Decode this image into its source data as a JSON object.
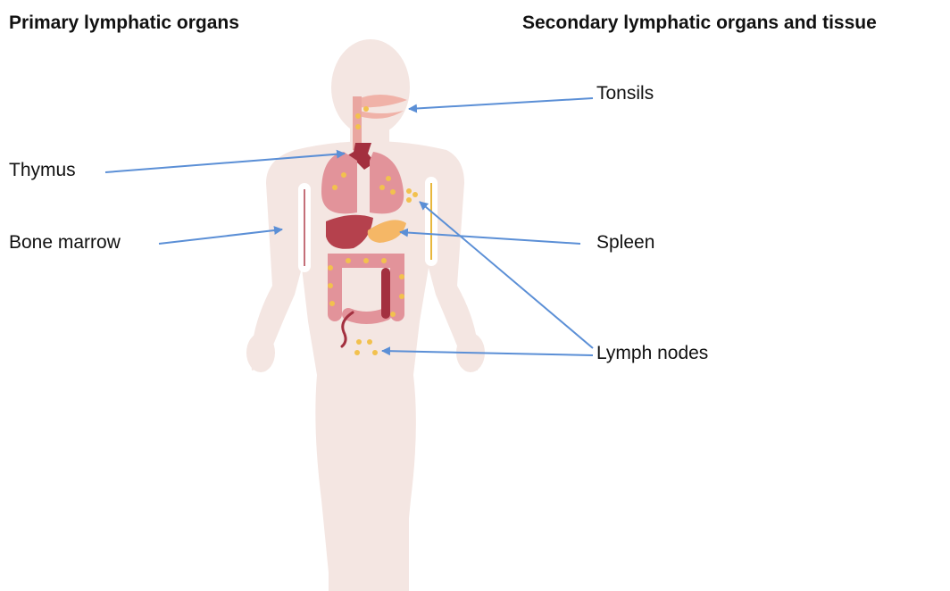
{
  "headings": {
    "primary": "Primary lymphatic organs",
    "secondary": "Secondary lymphatic organs and tissue"
  },
  "labels": {
    "tonsils": "Tonsils",
    "thymus": "Thymus",
    "bone_marrow": "Bone marrow",
    "spleen": "Spleen",
    "lymph_nodes": "Lymph nodes"
  },
  "colors": {
    "body_silhouette": "#f4e6e2",
    "arrow": "#5b8fd6",
    "organ_pink": "#e2939a",
    "organ_dark": "#a3303f",
    "lymph_node": "#f2c14e",
    "bone": "#ffffff"
  }
}
